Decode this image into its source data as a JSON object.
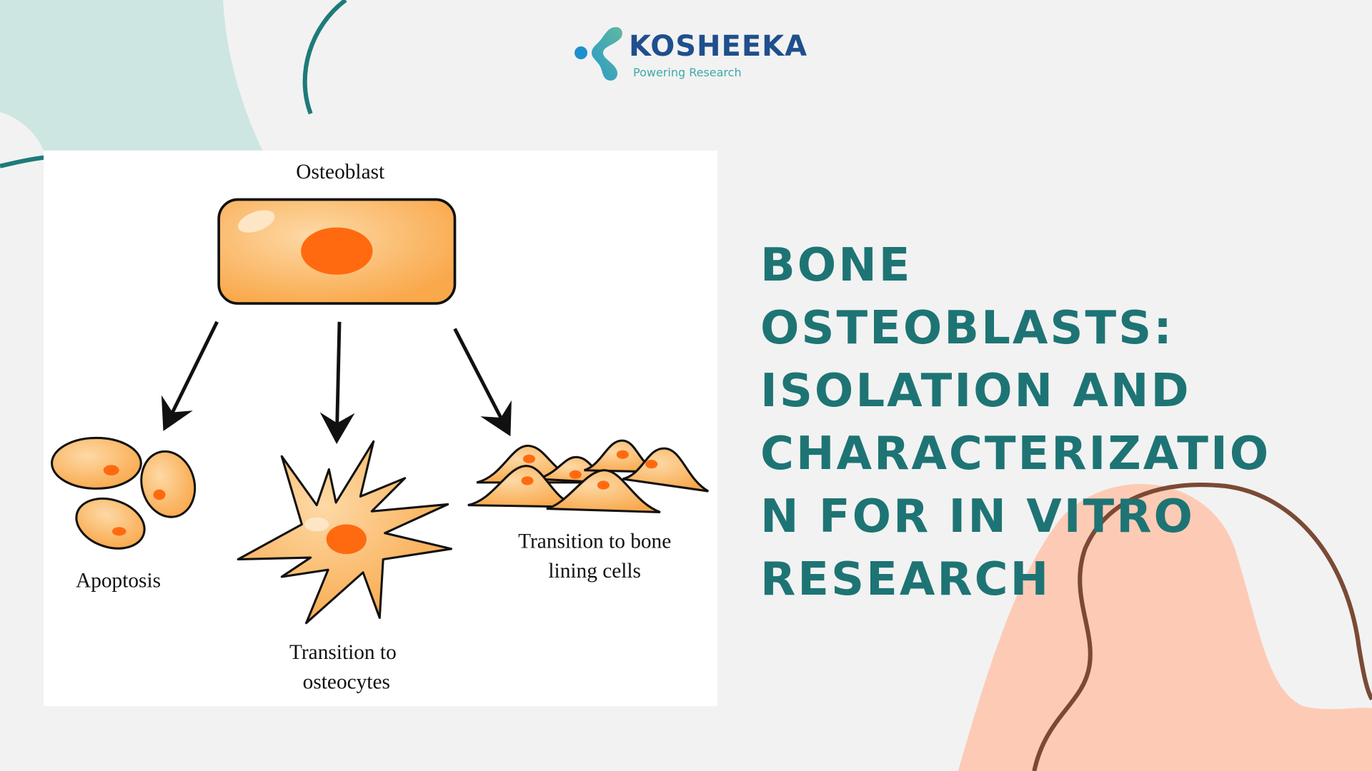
{
  "logo": {
    "name": "KOSHEEKA",
    "tagline": "Powering Research"
  },
  "title_lines": [
    "BONE",
    "OSTEOBLASTS:",
    "ISOLATION AND",
    "CHARACTERIZATIO",
    "N FOR IN VITRO",
    "RESEARCH"
  ],
  "diagram": {
    "top_label": "Osteoblast",
    "apoptosis": "Apoptosis",
    "osteocytes_line1": "Transition to",
    "osteocytes_line2": "osteocytes",
    "lining_line1": "Transition to bone",
    "lining_line2": "lining cells"
  },
  "colors": {
    "title": "#1e7474",
    "brand": "#1f4f8c",
    "cell": "#fbb463",
    "nucleus": "#ff6a10",
    "peach": "#fdcbb5",
    "mint": "#cde6e2",
    "brown": "#7a4a35"
  }
}
